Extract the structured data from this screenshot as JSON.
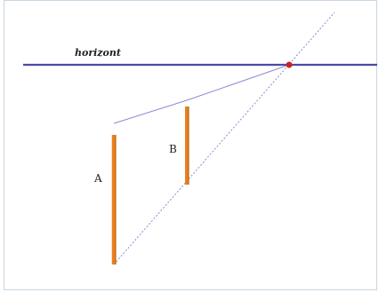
{
  "diagram": {
    "horizon_label": "horizont",
    "pole_a_label": "A",
    "pole_b_label": "B",
    "colors": {
      "horizon_line": "#4a4aa8",
      "guide_lines": "#8a8ad0",
      "poles": "#e8801c",
      "pole_shadow": "#b05a0a",
      "vanishing_point": "#cc2222",
      "frame": "#c8d6e2"
    }
  }
}
